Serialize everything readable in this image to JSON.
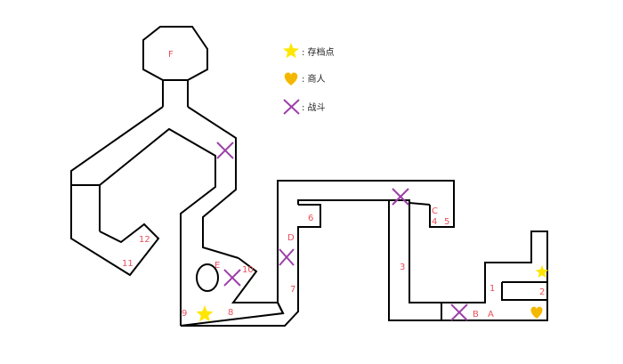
{
  "legend": {
    "save_point": {
      "label": ": 存档点",
      "icon": "star-icon"
    },
    "merchant": {
      "label": ": 商人",
      "icon": "heart-icon"
    },
    "battle": {
      "label": ": 战斗",
      "icon": "cross-icon"
    }
  },
  "rooms": {
    "F": "F",
    "E": "E",
    "D": "D",
    "C": "C",
    "B": "B",
    "A": "A",
    "r1": "1",
    "r2": "2",
    "r3": "3",
    "r4": "4",
    "r5": "5",
    "r6": "6",
    "r7": "7",
    "r8": "8",
    "r9": "9",
    "r10": "10",
    "r11": "11",
    "r12": "12"
  },
  "colors": {
    "wall": "#000000",
    "label": "#e8505b",
    "star": "#ffe600",
    "heart": "#f5b800",
    "cross": "#9b3fa8"
  }
}
